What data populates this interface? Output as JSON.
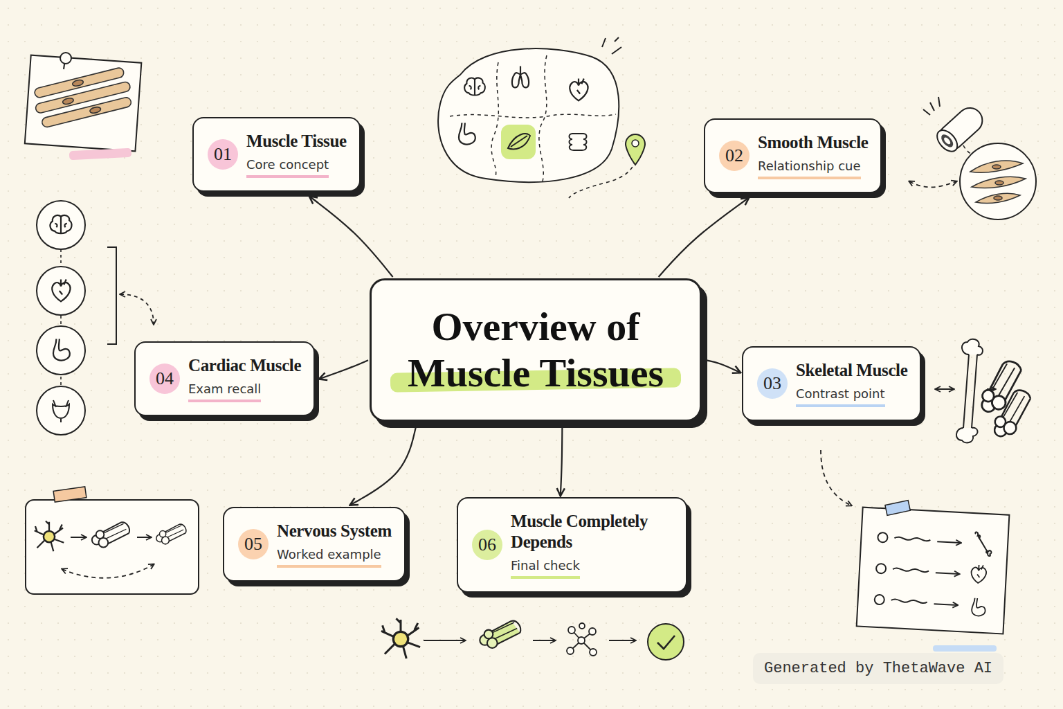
{
  "diagram": {
    "nodes": [
      {
        "text": [
          "Overview of Muscle Tissues"
        ]
      },
      {
        "text": [
          "01",
          "Muscle Tissue",
          "Core concept"
        ]
      },
      {
        "text": [
          "02",
          "Smooth Muscle",
          "Relationship cue"
        ]
      },
      {
        "text": [
          "03",
          "Skeletal Muscle",
          "Contrast point"
        ]
      },
      {
        "text": [
          "04",
          "Cardiac Muscle",
          "Exam recall"
        ]
      },
      {
        "text": [
          "05",
          "Nervous System",
          "Worked example"
        ]
      },
      {
        "text": [
          "06",
          "Muscle Completely Depends",
          "Final check"
        ]
      }
    ],
    "edges": [
      {
        "from": 0,
        "to": 1,
        "arrow": "to"
      },
      {
        "from": 0,
        "to": 2,
        "arrow": "to"
      },
      {
        "from": 0,
        "to": 3,
        "arrow": "to"
      },
      {
        "from": 0,
        "to": 4,
        "arrow": "to"
      },
      {
        "from": 0,
        "to": 5,
        "arrow": "to"
      },
      {
        "from": 0,
        "to": 6,
        "arrow": "to"
      }
    ],
    "labels": [
      "Generated by ThetaWave AI"
    ]
  }
}
